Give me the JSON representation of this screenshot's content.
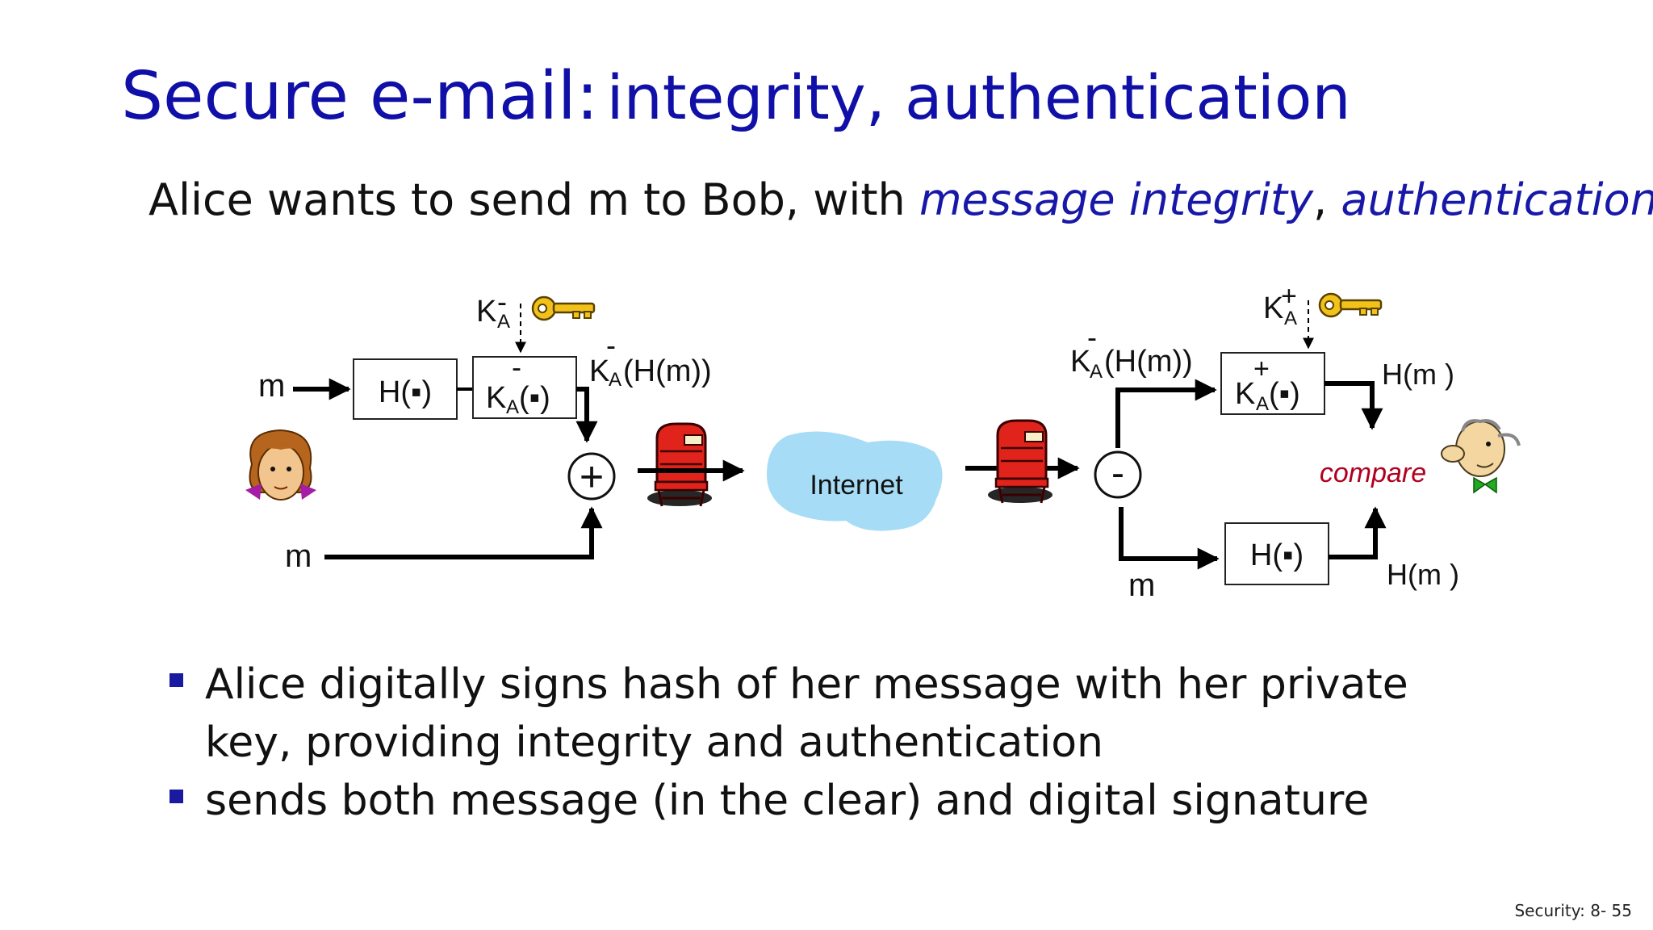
{
  "slide": {
    "title_main": "Secure e-mail:",
    "title_rest": "integrity, authentication",
    "subtitle_prefix": "Alice wants to send m to Bob, with ",
    "subtitle_em1": "message integrity",
    "subtitle_sep": ", ",
    "subtitle_em2": "authentication",
    "footer": "Security: 8- 55"
  },
  "diagram": {
    "m": "m",
    "hash_fn": "H(▪)",
    "key_letter": "K",
    "key_sub": "A",
    "minus": "-",
    "plus": "+",
    "key_fn_arg": "(▪)",
    "signed_hash_suffix": "(H(m))",
    "internet": "Internet",
    "compare": "compare",
    "hm_text": "H(m )",
    "combine_symbol": "+",
    "split_symbol": "-"
  },
  "bullets": [
    "Alice digitally signs hash of her message with her private key, providing integrity and authentication",
    "sends both message (in the clear) and digital signature"
  ],
  "colors": {
    "title": "#1010a8",
    "emphasis": "#1818a8",
    "compare": "#b00020",
    "internet_cloud": "#a6dcf5",
    "key_gold": "#f2c21b",
    "mailbox_red": "#e0241c"
  }
}
